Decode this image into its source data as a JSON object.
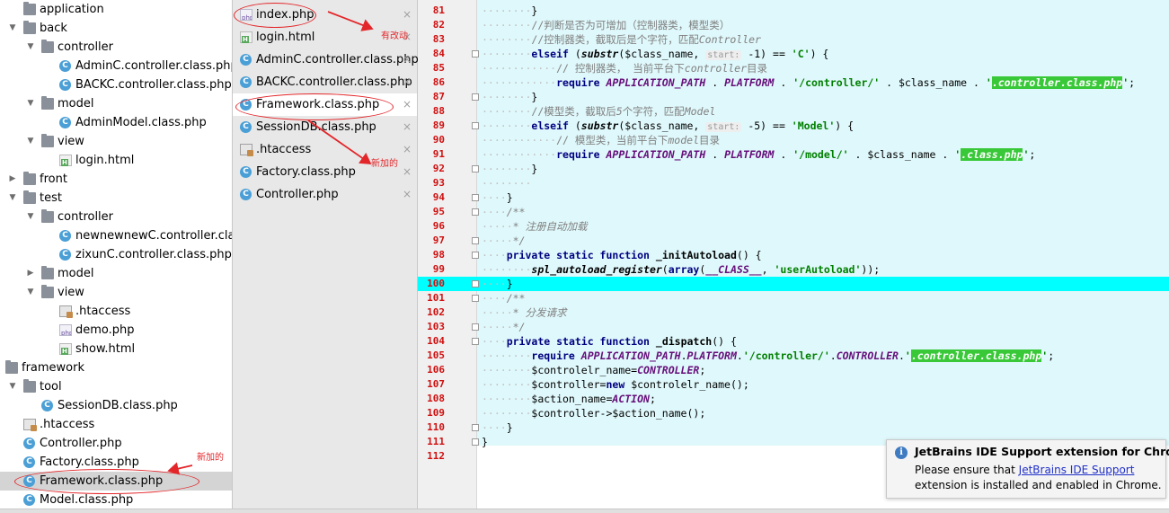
{
  "tree": [
    {
      "label": "application",
      "icon": "folder",
      "depth": 0,
      "arrow": ""
    },
    {
      "label": "back",
      "icon": "folder",
      "depth": 0,
      "arrow": "down"
    },
    {
      "label": "controller",
      "icon": "folder",
      "depth": 1,
      "arrow": "down"
    },
    {
      "label": "AdminC.controller.class.php",
      "icon": "class",
      "depth": 2,
      "arrow": ""
    },
    {
      "label": "BACKC.controller.class.php",
      "icon": "class",
      "depth": 2,
      "arrow": ""
    },
    {
      "label": "model",
      "icon": "folder",
      "depth": 1,
      "arrow": "down"
    },
    {
      "label": "AdminModel.class.php",
      "icon": "class",
      "depth": 2,
      "arrow": ""
    },
    {
      "label": "view",
      "icon": "folder",
      "depth": 1,
      "arrow": "down"
    },
    {
      "label": "login.html",
      "icon": "html",
      "depth": 2,
      "arrow": ""
    },
    {
      "label": "front",
      "icon": "folder",
      "depth": 0,
      "arrow": "right"
    },
    {
      "label": "test",
      "icon": "folder",
      "depth": 0,
      "arrow": "down"
    },
    {
      "label": "controller",
      "icon": "folder",
      "depth": 1,
      "arrow": "down"
    },
    {
      "label": "newnewnewC.controller.class.p",
      "icon": "class",
      "depth": 2,
      "arrow": ""
    },
    {
      "label": "zixunC.controller.class.php",
      "icon": "class",
      "depth": 2,
      "arrow": ""
    },
    {
      "label": "model",
      "icon": "folder",
      "depth": 1,
      "arrow": "right"
    },
    {
      "label": "view",
      "icon": "folder",
      "depth": 1,
      "arrow": "down"
    },
    {
      "label": ".htaccess",
      "icon": "ht",
      "depth": 2,
      "arrow": ""
    },
    {
      "label": "demo.php",
      "icon": "php",
      "depth": 2,
      "arrow": ""
    },
    {
      "label": "show.html",
      "icon": "html",
      "depth": 2,
      "arrow": ""
    },
    {
      "label": "framework",
      "icon": "folder",
      "depth": -1,
      "arrow": ""
    },
    {
      "label": "tool",
      "icon": "folder",
      "depth": 0,
      "arrow": "down"
    },
    {
      "label": "SessionDB.class.php",
      "icon": "class",
      "depth": 1,
      "arrow": ""
    },
    {
      "label": ".htaccess",
      "icon": "ht",
      "depth": 0,
      "arrow": ""
    },
    {
      "label": "Controller.php",
      "icon": "class",
      "depth": 0,
      "arrow": ""
    },
    {
      "label": "Factory.class.php",
      "icon": "class",
      "depth": 0,
      "arrow": ""
    },
    {
      "label": "Framework.class.php",
      "icon": "class",
      "depth": 0,
      "arrow": "",
      "selected": true
    },
    {
      "label": "Model.class.php",
      "icon": "class",
      "depth": 0,
      "arrow": ""
    }
  ],
  "switcher": [
    {
      "label": "index.php",
      "icon": "php",
      "close": "×"
    },
    {
      "label": "login.html",
      "icon": "html",
      "close": "×"
    },
    {
      "label": "AdminC.controller.class.php",
      "icon": "class",
      "close": "×"
    },
    {
      "label": "BACKC.controller.class.php",
      "icon": "class",
      "close": "×"
    },
    {
      "label": "Framework.class.php",
      "icon": "class",
      "close": "×",
      "selected": true
    },
    {
      "label": "SessionDB.class.php",
      "icon": "class",
      "close": "×"
    },
    {
      "label": ".htaccess",
      "icon": "ht",
      "close": "×"
    },
    {
      "label": "Factory.class.php",
      "icon": "class",
      "close": "×"
    },
    {
      "label": "Controller.php",
      "icon": "class",
      "close": "×"
    }
  ],
  "annotations": {
    "modified": "有改动",
    "added_list_1": "新加的",
    "added_list_2": "新加的",
    "added_tree": "新加的"
  },
  "code": {
    "current_line": 100,
    "lines": [
      {
        "n": 81,
        "html": "<span class='guide'>········</span>}"
      },
      {
        "n": 82,
        "html": "<span class='guide'>········</span><span class='cm'>//判断是否为可增加（控制器类，模型类）</span>"
      },
      {
        "n": 83,
        "html": "<span class='guide'>········</span><span class='cm'>//控制器类，截取后是个字符，匹配</span><span class='cmi'>Controller</span>"
      },
      {
        "n": 84,
        "html": "<span class='guide'>········</span><span class='kw'>elseif</span> (<span class='fn'>substr</span>($class_name, <span class='hint'>start:</span> -1) == <span class='str'>'C'</span>) {"
      },
      {
        "n": 85,
        "html": "<span class='guide'>············</span><span class='cm'>// 控制器类， 当前平台下</span><span class='cmi'>controller</span><span class='cm'>目录</span>"
      },
      {
        "n": 86,
        "html": "<span class='guide'>············</span><span class='kw'>require</span> <span class='const'>APPLICATION_PATH</span> . <span class='const'>PLATFORM</span> . <span class='str'>'/controller/'</span> . $class_name . <span class='str'>'</span><span class='strhl'>.controller.class.php</span><span class='str'>'</span>;"
      },
      {
        "n": 87,
        "html": "<span class='guide'>········</span>}"
      },
      {
        "n": 88,
        "html": "<span class='guide'>········</span><span class='cm'>//模型类，截取后</span><span class='cmi'>5</span><span class='cm'>个字符，匹配</span><span class='cmi'>Model</span>"
      },
      {
        "n": 89,
        "html": "<span class='guide'>········</span><span class='kw'>elseif</span> (<span class='fn'>substr</span>($class_name, <span class='hint'>start:</span> -5) == <span class='str'>'Model'</span>) {"
      },
      {
        "n": 90,
        "html": "<span class='guide'>············</span><span class='cm'>// 模型类，当前平台下</span><span class='cmi'>model</span><span class='cm'>目录</span>"
      },
      {
        "n": 91,
        "html": "<span class='guide'>············</span><span class='kw'>require</span> <span class='const'>APPLICATION_PATH</span> . <span class='const'>PLATFORM</span> . <span class='str'>'/model/'</span> . $class_name . <span class='str'>'</span><span class='strhl'>.class.php</span><span class='str'>'</span>;"
      },
      {
        "n": 92,
        "html": "<span class='guide'>········</span>}"
      },
      {
        "n": 93,
        "html": "<span class='guide'>········</span>"
      },
      {
        "n": 94,
        "html": "<span class='guide'>····</span>}"
      },
      {
        "n": 95,
        "html": "<span class='guide'>····</span><span class='cmi'>/**</span>"
      },
      {
        "n": 96,
        "html": "<span class='guide'>·····</span><span class='cmi'>* 注册自动加载</span>"
      },
      {
        "n": 97,
        "html": "<span class='guide'>·····</span><span class='cmi'>*/</span>"
      },
      {
        "n": 98,
        "html": "<span class='guide'>····</span><span class='kw'>private static function</span> <span class='var' style='font-weight:bold'>_initAutoload</span>() {"
      },
      {
        "n": 99,
        "html": "<span class='guide'>········</span><span class='fn'>spl_autoload_register</span>(<span class='kw'>array</span>(<span class='const'>__CLASS__</span>, <span class='str'>'userAutoload'</span>));"
      },
      {
        "n": 100,
        "html": "<span class='guide'>····</span>}"
      },
      {
        "n": 101,
        "html": "<span class='guide'>····</span><span class='cmi'>/**</span>"
      },
      {
        "n": 102,
        "html": "<span class='guide'>·····</span><span class='cmi'>* 分发请求</span>"
      },
      {
        "n": 103,
        "html": "<span class='guide'>·····</span><span class='cmi'>*/</span>"
      },
      {
        "n": 104,
        "html": "<span class='guide'>····</span><span class='kw'>private static function</span> <span class='var' style='font-weight:bold'>_dispatch</span>() {"
      },
      {
        "n": 105,
        "html": "<span class='guide'>········</span><span class='kw'>require</span> <span class='const'>APPLICATION_PATH</span>.<span class='const'>PLATFORM</span>.<span class='str'>'/controller/'</span>.<span class='const'>CONTROLLER</span>.<span class='str'>'</span><span class='strhl'>.controller.class.php</span><span class='str'>'</span>;"
      },
      {
        "n": 106,
        "html": "<span class='guide'>········</span>$controlelr_name=<span class='const'>CONTROLLER</span>;"
      },
      {
        "n": 107,
        "html": "<span class='guide'>········</span>$controller=<span class='kw'>new</span> $controlelr_name();"
      },
      {
        "n": 108,
        "html": "<span class='guide'>········</span>$action_name=<span class='const'>ACTION</span>;"
      },
      {
        "n": 109,
        "html": "<span class='guide'>········</span>$controller->$action_name();"
      },
      {
        "n": 110,
        "html": "<span class='guide'>····</span>}"
      },
      {
        "n": 111,
        "html": "}"
      },
      {
        "n": 112,
        "html": ""
      }
    ]
  },
  "notification": {
    "icon": "info-icon",
    "title": "JetBrains IDE Support extension for Chrome",
    "body_prefix": "Please ensure that ",
    "link": "JetBrains IDE Support",
    "body_suffix": "extension is installed and enabled in Chrome."
  },
  "colors": {
    "annotation_red": "#e3262a",
    "current_line": "#00ffff",
    "highlight_bg": "#dff8fb",
    "line_number": "#d01010",
    "string_highlight": "#38c838"
  }
}
